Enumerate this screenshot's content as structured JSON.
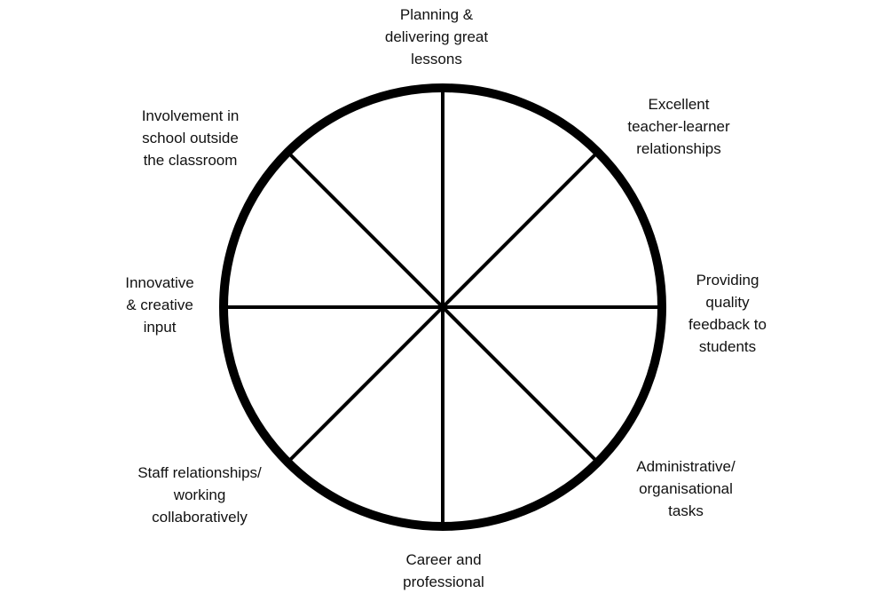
{
  "diagram": {
    "segments": [
      {
        "lines": [
          "Planning &",
          "delivering great",
          "lessons"
        ]
      },
      {
        "lines": [
          "Excellent",
          "teacher-learner",
          "relationships"
        ]
      },
      {
        "lines": [
          "Providing",
          "quality",
          "feedback to",
          "students"
        ]
      },
      {
        "lines": [
          "Administrative/",
          "organisational",
          "tasks"
        ]
      },
      {
        "lines": [
          "Career and",
          "professional"
        ]
      },
      {
        "lines": [
          "Staff relationships/",
          "working",
          "collaboratively"
        ]
      },
      {
        "lines": [
          "Innovative",
          "& creative",
          "input"
        ]
      },
      {
        "lines": [
          "Involvement  in",
          "school outside",
          "the classroom"
        ]
      }
    ],
    "line_color": "#000000",
    "background_color": "#ffffff"
  }
}
